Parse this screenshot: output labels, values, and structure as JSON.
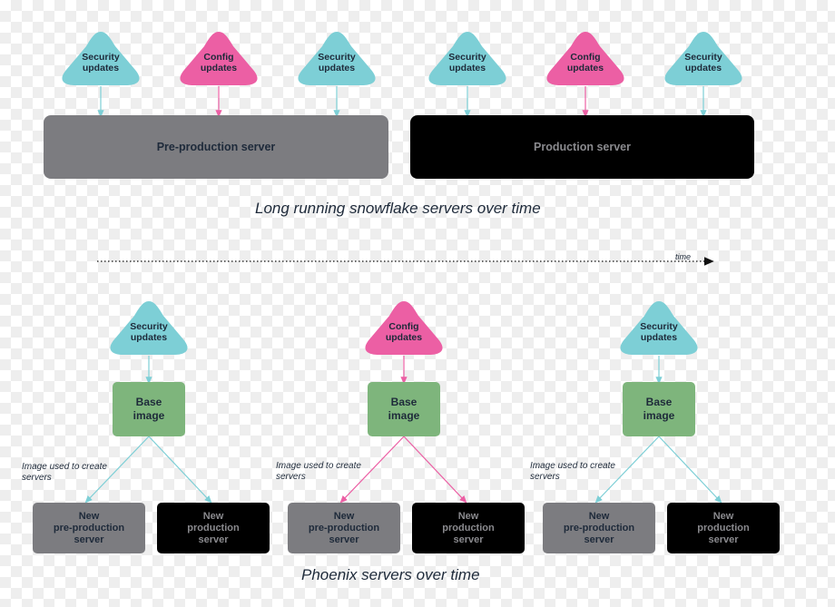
{
  "colors": {
    "security": "#7dcfd6",
    "config": "#ec5fa4",
    "base_image": "#7eb57c",
    "preproduction": "#7c7c80",
    "production": "#000000"
  },
  "top": {
    "blobs": [
      "Security\nupdates",
      "Config\nupdates",
      "Security\nupdates",
      "Security\nupdates",
      "Config\nupdates",
      "Security\nupdates"
    ],
    "preprod_label": "Pre-production server",
    "prod_label": "Production server",
    "caption": "Long running snowflake servers over time"
  },
  "timeline": {
    "label": "time"
  },
  "bottom": {
    "columns": [
      {
        "blob": "Security\nupdates",
        "base": "Base\nimage",
        "note": "Image used to create\nservers",
        "new_preprod": "New\npre-production\nserver",
        "new_prod": "New\nproduction\nserver"
      },
      {
        "blob": "Config\nupdates",
        "base": "Base\nimage",
        "note": "Image used to create\nservers",
        "new_preprod": "New\npre-production\nserver",
        "new_prod": "New\nproduction\nserver"
      },
      {
        "blob": "Security\nupdates",
        "base": "Base\nimage",
        "note": "Image used to create\nservers",
        "new_preprod": "New\npre-production\nserver",
        "new_prod": "New\nproduction\nserver"
      }
    ],
    "caption": "Phoenix servers over time"
  }
}
